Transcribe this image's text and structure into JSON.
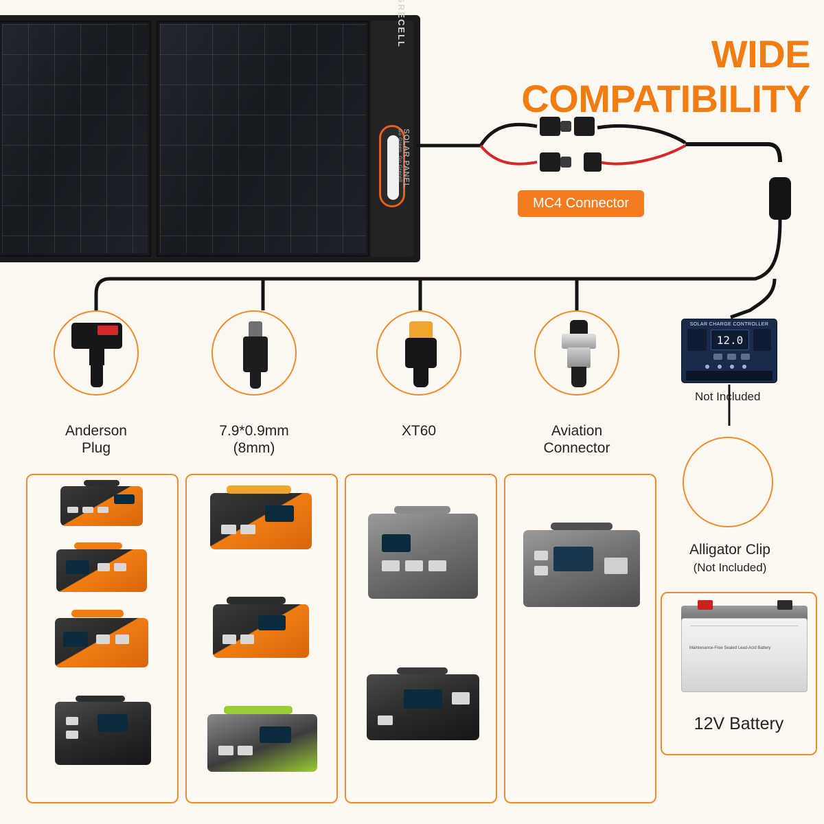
{
  "title": "WIDE COMPATIBILITY",
  "brand": {
    "name": "GRECELL",
    "panel_label": "SOLAR PANEL",
    "panel_tagline": "Go Green, Go Grecell"
  },
  "labels": {
    "mc4": "MC4 Connector",
    "not_included": "Not Included",
    "alligator_clip": "Alligator Clip",
    "alligator_clip_note": "(Not Included)",
    "battery": "12V Battery",
    "controller_title": "SOLAR CHARGE CONTROLLER",
    "controller_value": "12.0"
  },
  "connectors": [
    {
      "id": "anderson",
      "name": "anderson-plug",
      "caption_line1": "Anderson",
      "caption_line2": "Plug"
    },
    {
      "id": "dc",
      "name": "dc-barrel-connector",
      "caption_line1": "7.9*0.9mm",
      "caption_line2": "(8mm)"
    },
    {
      "id": "xt60",
      "name": "xt60-connector",
      "caption_line1": "XT60",
      "caption_line2": ""
    },
    {
      "id": "aviation",
      "name": "aviation-connector",
      "caption_line1": "Aviation",
      "caption_line2": "Connector"
    }
  ],
  "device_groups": [
    {
      "id": "group-anderson",
      "devices": [
        "grecell-t300-station",
        "grecell-t500-station",
        "grecell-t1000-station",
        "grecell-black-station"
      ]
    },
    {
      "id": "group-dc",
      "devices": [
        "jackery-orange-station",
        "orange-compact-station",
        "green-handle-station"
      ]
    },
    {
      "id": "group-xt60",
      "devices": [
        "ecoflow-delta-station",
        "ecoflow-river-station"
      ]
    },
    {
      "id": "group-aviation",
      "devices": [
        "bluetti-station"
      ]
    }
  ],
  "battery_spec": "Maintenance-Free Sealed Lead-Acid Battery",
  "colors": {
    "accent": "#f07c12",
    "background": "#fdf8f2",
    "text": "#232323",
    "wire": "#141414",
    "red_wire": "#d62828"
  }
}
